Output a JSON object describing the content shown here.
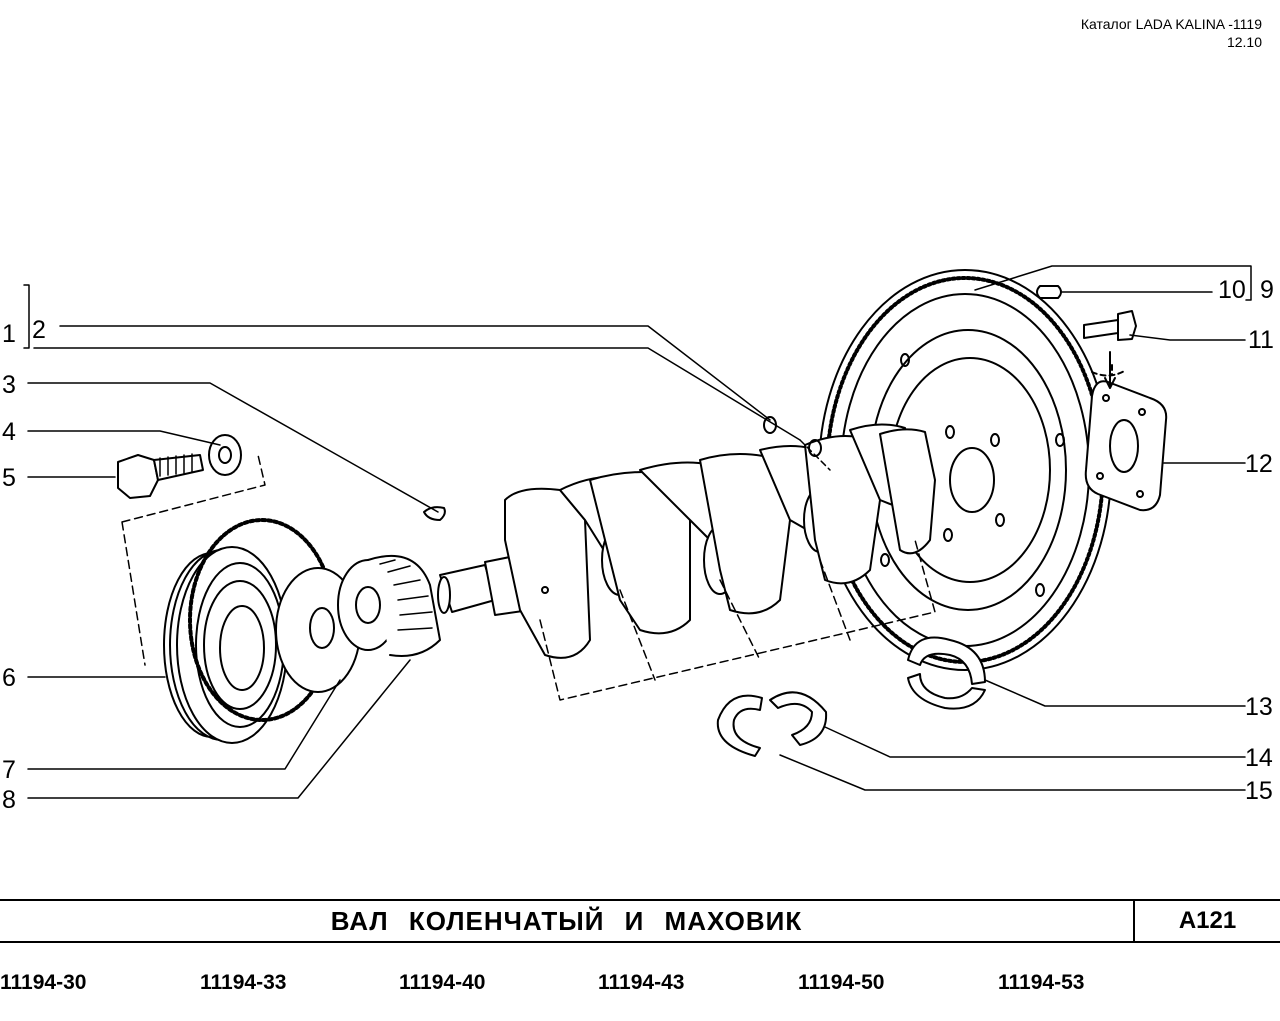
{
  "header": {
    "catalog": "Каталог  LADA  KALINA -1119",
    "date": "12.10"
  },
  "callouts": [
    "1",
    "2",
    "3",
    "4",
    "5",
    "6",
    "7",
    "8",
    "9",
    "10",
    "11",
    "12",
    "13",
    "14",
    "15"
  ],
  "title_bar": {
    "title": "ВАЛ   КОЛЕНЧАТЫЙ   И   МАХОВИК",
    "code": "A121"
  },
  "models": [
    "11194-30",
    "11194-33",
    "11194-40",
    "11194-43",
    "11194-50",
    "11194-53"
  ]
}
